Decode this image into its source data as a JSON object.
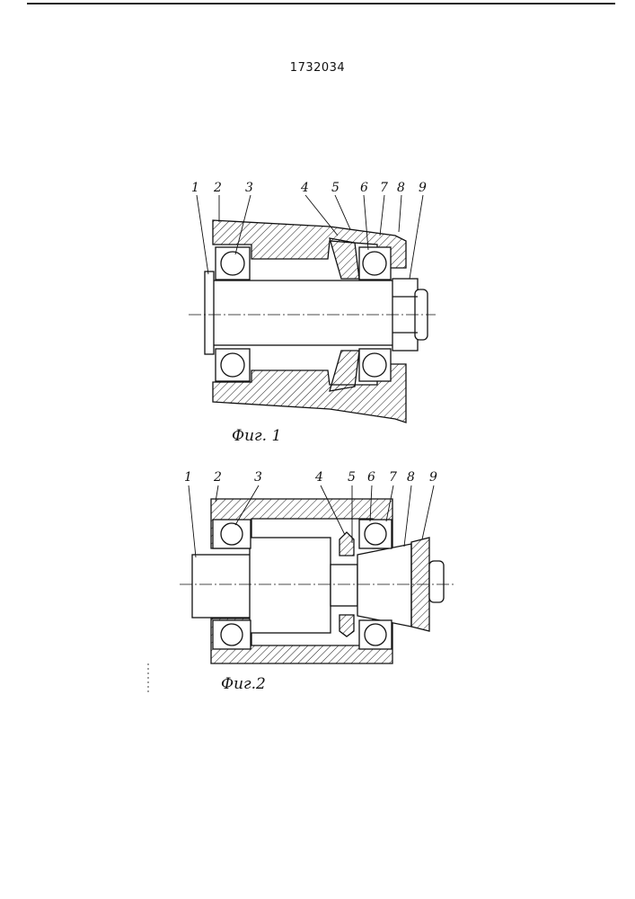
{
  "document": {
    "patent_number": "1732034"
  },
  "figure1": {
    "caption": "Фиг. 1",
    "labels": [
      "1",
      "2",
      "3",
      "4",
      "5",
      "6",
      "7",
      "8",
      "9"
    ]
  },
  "figure2": {
    "caption": "Фиг.2",
    "labels": [
      "1",
      "2",
      "3",
      "4",
      "5",
      "6",
      "7",
      "8",
      "9"
    ]
  }
}
